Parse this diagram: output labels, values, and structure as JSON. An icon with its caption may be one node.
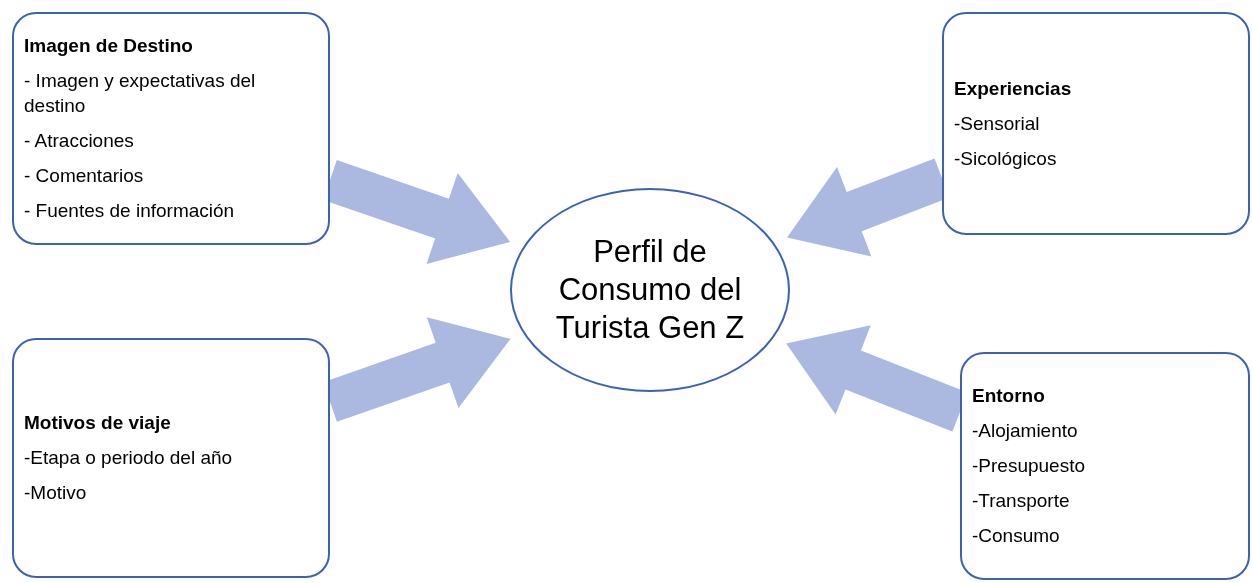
{
  "diagram": {
    "nodes": [
      {
        "text": [
          "Imagen de Destino",
          "- Imagen y expectativas del destino",
          "- Atracciones",
          "- Comentarios",
          "- Fuentes de información"
        ]
      },
      {
        "text": [
          "Experiencias",
          "-Sensorial",
          "-Sicológicos"
        ]
      },
      {
        "text": [
          "Perfil de Consumo del Turista Gen Z"
        ]
      },
      {
        "text": [
          "Motivos de viaje",
          "-Etapa o periodo del año",
          "-Motivo"
        ]
      },
      {
        "text": [
          "Entorno",
          "-Alojamiento",
          "-Presupuesto",
          "-Transporte",
          "-Consumo"
        ]
      }
    ],
    "edges": [
      {
        "from": 0,
        "to": 2,
        "arrow": "to",
        "style": "thick",
        "color": "#abb9e0"
      },
      {
        "from": 1,
        "to": 2,
        "arrow": "to",
        "style": "thick",
        "color": "#abb9e0"
      },
      {
        "from": 3,
        "to": 2,
        "arrow": "to",
        "style": "thick",
        "color": "#abb9e0"
      },
      {
        "from": 4,
        "to": 2,
        "arrow": "to",
        "style": "thick",
        "color": "#abb9e0"
      }
    ]
  }
}
